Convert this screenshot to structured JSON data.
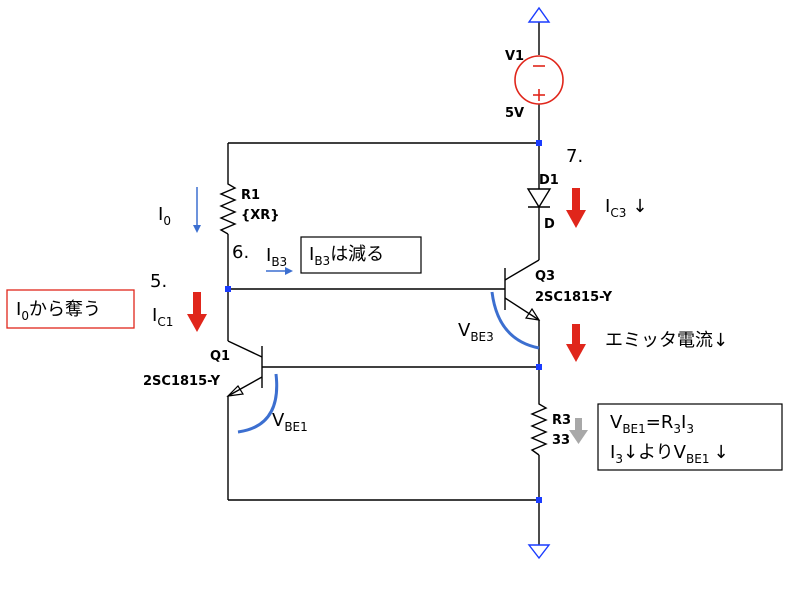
{
  "components": {
    "v1": {
      "name": "V1",
      "value": "5V"
    },
    "r1": {
      "name": "R1",
      "value": "{XR}"
    },
    "d1": {
      "name": "D1",
      "pin": "D"
    },
    "q1": {
      "name": "Q1",
      "model": "2SC1815-Y"
    },
    "q3": {
      "name": "Q3",
      "model": "2SC1815-Y"
    },
    "r3": {
      "name": "R3",
      "value": "33"
    }
  },
  "annotations": {
    "step5": "5.",
    "step6": "6.",
    "step7": "7.",
    "i0": {
      "main": "I",
      "sub": "0"
    },
    "ic1": {
      "main": "I",
      "sub": "C1"
    },
    "ib3": {
      "main": "I",
      "sub": "B3"
    },
    "ic3": {
      "main": "I",
      "sub": "C3",
      "suffix": "↓"
    },
    "vbe1": {
      "main": "V",
      "sub": "BE1"
    },
    "vbe3": {
      "main": "V",
      "sub": "BE3"
    },
    "emitter_current": "エミッタ電流↓"
  },
  "boxes": {
    "steal": {
      "main": "I",
      "sub": "0",
      "rest": "から奪う"
    },
    "ib3_decrease": {
      "main": "I",
      "sub": "B3",
      "rest": "は減る"
    },
    "formula": {
      "line1_a": "V",
      "line1_a_sub": "BE1",
      "line1_eq": "=R",
      "line1_r_sub": "3",
      "line1_i": "I",
      "line1_i_sub": "3",
      "line2_i": "I",
      "line2_i_sub": "3",
      "line2_mid": "↓よりV",
      "line2_v_sub": "BE1",
      "line2_end": "↓"
    }
  },
  "colors": {
    "wire": "#000000",
    "node": "#1a3cff",
    "source": "#e0261b",
    "ground": "#1a3cff",
    "red_arrow": "#e0261b",
    "blue_arrow": "#3c6fd0",
    "arc": "#3c6fd0",
    "gray_arrow": "#a8a8a8"
  }
}
